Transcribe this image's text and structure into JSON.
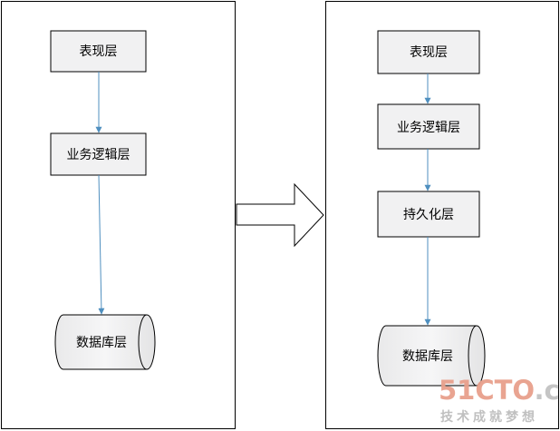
{
  "colors": {
    "panel_border": "#000000",
    "box_fill": "#f1f1f2",
    "box_border": "#000000",
    "arrow": "#4f8fbf",
    "big_arrow_border": "#000000",
    "watermark_red": "#e8a08c",
    "watermark_gray": "#c2c2c2"
  },
  "left_panel": {
    "presentation_label": "表现层",
    "business_label": "业务逻辑层",
    "database_label": "数据库层"
  },
  "right_panel": {
    "presentation_label": "表现层",
    "business_label": "业务逻辑层",
    "persistence_label": "持久化层",
    "database_label": "数据库层"
  },
  "watermark": {
    "brand_num": "51",
    "brand_cto": "CTO",
    "brand_tld": ".com",
    "slogan": "技术成就梦想"
  }
}
